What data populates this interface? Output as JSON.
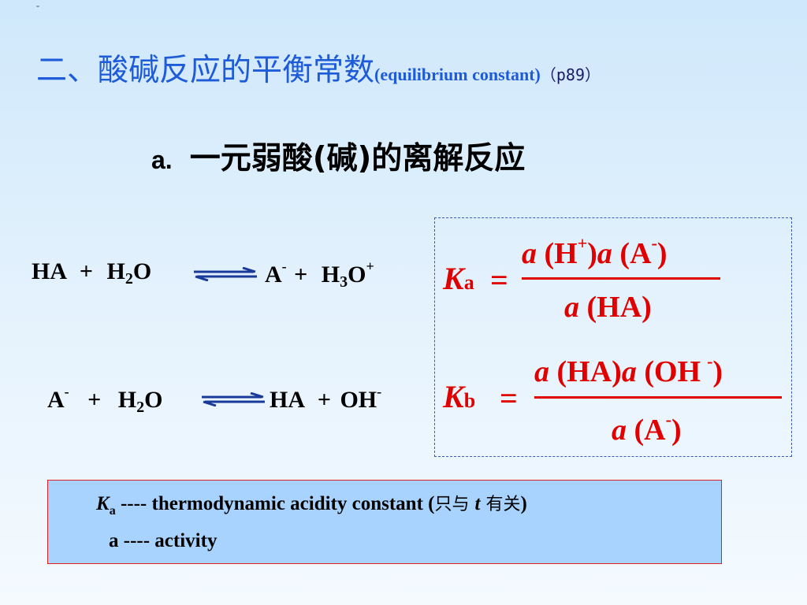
{
  "corner_mark": "-",
  "title": {
    "chinese": "二、酸碱反应的平衡常数",
    "english": "(equilibrium constant)",
    "page_ref": "（p89）"
  },
  "subtitle": {
    "prefix": "a.",
    "text": "一元弱酸(碱)的离解反应"
  },
  "reaction_acid": {
    "reactant_1": "HA",
    "plus_1": "+",
    "water_H": "H",
    "water_sub": "2",
    "water_O": "O",
    "product_1": "A",
    "product_1_charge": "-",
    "plus_2": "+",
    "hydronium_H": "H",
    "hydronium_sub": "3",
    "hydronium_O": "O",
    "hydronium_charge": "+"
  },
  "reaction_base": {
    "reactant_1": "A",
    "reactant_1_charge": "-",
    "plus_1": "+",
    "water_H": "H",
    "water_sub": "2",
    "water_O": "O",
    "product_1": "HA",
    "plus_2": "+",
    "hydroxide": "OH",
    "hydroxide_charge": "-"
  },
  "Ka_formula": {
    "symbol": "K",
    "subscript": "a",
    "equals": "=",
    "numerator": {
      "a1": "a",
      "species1": "(H",
      "charge1": "+",
      "close1": ")",
      "a2": "a",
      "species2": "(A",
      "charge2": "-",
      "close2": ")"
    },
    "denominator": {
      "a": "a",
      "species": "(HA)"
    }
  },
  "Kb_formula": {
    "symbol": "K",
    "subscript": "b",
    "equals": "=",
    "numerator": {
      "a1": "a",
      "species1": "(HA)",
      "a2": "a",
      "species2": "(OH",
      "charge2": "-",
      "close2": ")"
    },
    "denominator": {
      "a": "a",
      "species": "(A",
      "charge": "-",
      "close": ")"
    }
  },
  "notes": {
    "line1": {
      "symbol": "K",
      "subscript": "a",
      "text": " ---- thermodynamic acidity constant (",
      "cn1": "只与 ",
      "t": "t",
      "cn2": " 有关",
      "close": ")"
    },
    "line2": {
      "text": "a ---- activity"
    }
  },
  "colors": {
    "title_blue": "#1e5bd8",
    "formula_red": "#e00000",
    "note_bg": "#a9d3ff",
    "arrow_blue": "#1a3a99"
  }
}
